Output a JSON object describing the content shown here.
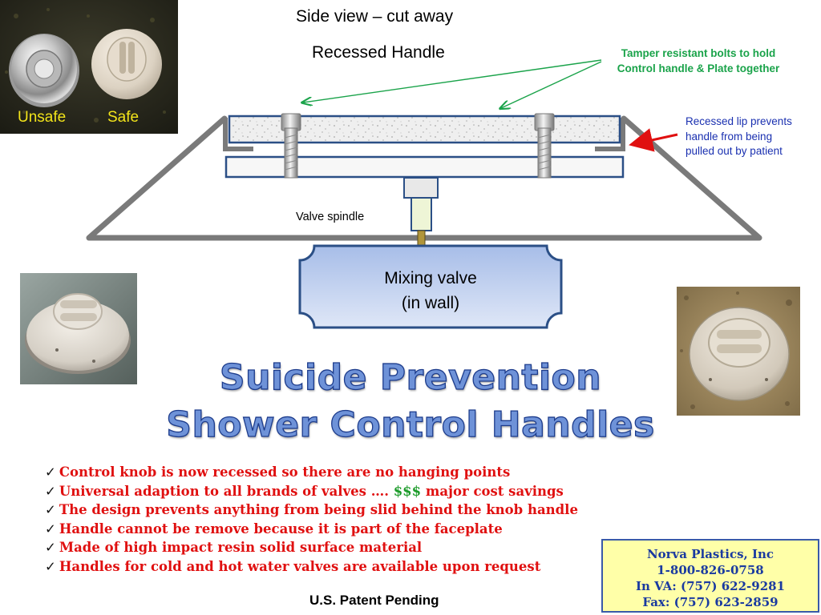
{
  "diagram": {
    "title_line1": "Side view – cut away",
    "title_line2": "Recessed Handle",
    "bolts_note_line1": "Tamper resistant bolts to hold",
    "bolts_note_line2": "Control handle & Plate together",
    "lip_note_line1": "Recessed lip prevents",
    "lip_note_line2": "handle from being",
    "lip_note_line3": "pulled out by patient",
    "spindle_label": "Valve spindle",
    "valve_label_line1": "Mixing valve",
    "valve_label_line2": "(in wall)"
  },
  "photos": {
    "comparison": {
      "unsafe_label": "Unsafe",
      "safe_label": "Safe"
    }
  },
  "heading": {
    "line1": "Suicide Prevention",
    "line2": "Shower Control Handles"
  },
  "features": {
    "items": [
      {
        "before": "Control knob is now recessed so there are no hanging points",
        "money": "",
        "after": ""
      },
      {
        "before": "Universal adaption to all brands of valves …. ",
        "money": "$$$",
        "after": " major cost savings"
      },
      {
        "before": "The design prevents anything from being slid behind the knob handle",
        "money": "",
        "after": ""
      },
      {
        "before": "Handle cannot be remove because it is part of the faceplate",
        "money": "",
        "after": ""
      },
      {
        "before": "Made of high impact resin solid surface material",
        "money": "",
        "after": ""
      },
      {
        "before": "Handles for cold and hot water valves are available upon request",
        "money": "",
        "after": ""
      }
    ]
  },
  "patent": "U.S. Patent Pending",
  "contact": {
    "company": "Norva Plastics, Inc",
    "phone": "1-800-826-0758",
    "va_phone": "In VA: (757) 622-9281",
    "fax": "Fax: (757) 623-2859"
  },
  "colors": {
    "bolt_arrow": "#1aa34a",
    "lip_arrow": "#e01010",
    "heading_fill": "#6e92d8",
    "bullet_text": "#e01010",
    "contact_bg": "#ffffa8"
  }
}
